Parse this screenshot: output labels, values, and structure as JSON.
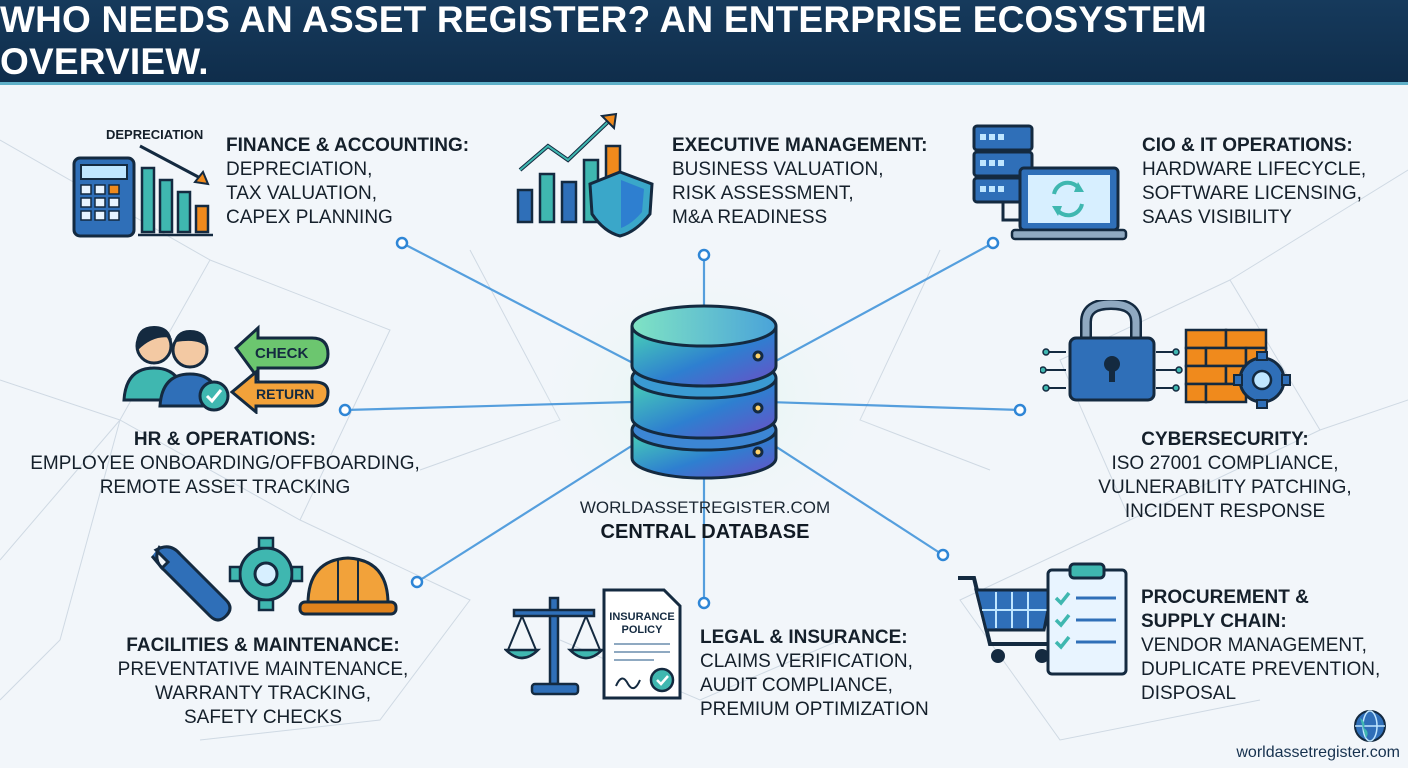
{
  "title": "WHO NEEDS AN ASSET REGISTER? AN ENTERPRISE ECOSYSTEM OVERVIEW.",
  "center": {
    "url": "WORLDASSETREGISTER.COM",
    "label": "CENTRAL DATABASE"
  },
  "stakeholders": {
    "finance": {
      "title": "FINANCE & ACCOUNTING:",
      "lines": [
        "DEPRECIATION,",
        "TAX VALUATION,",
        "CAPEX PLANNING"
      ],
      "icon_label": "DEPRECIATION"
    },
    "executive": {
      "title": "EXECUTIVE MANAGEMENT:",
      "lines": [
        "BUSINESS VALUATION,",
        "RISK ASSESSMENT,",
        "M&A READINESS"
      ]
    },
    "cio": {
      "title": "CIO & IT OPERATIONS:",
      "lines": [
        "HARDWARE LIFECYCLE,",
        "SOFTWARE LICENSING,",
        "SAAS VISIBILITY"
      ]
    },
    "hr": {
      "title": "HR & OPERATIONS:",
      "lines": [
        "EMPLOYEE ONBOARDING/OFFBOARDING,",
        "REMOTE ASSET TRACKING"
      ],
      "check_label": "CHECK",
      "return_label": "RETURN"
    },
    "cyber": {
      "title": "CYBERSECURITY:",
      "lines": [
        "ISO 27001 COMPLIANCE,",
        "VULNERABILITY PATCHING,",
        "INCIDENT RESPONSE"
      ]
    },
    "facilities": {
      "title": "FACILITIES & MAINTENANCE:",
      "lines": [
        "PREVENTATIVE MAINTENANCE,",
        "WARRANTY TRACKING,",
        "SAFETY CHECKS"
      ]
    },
    "legal": {
      "title": "LEGAL & INSURANCE:",
      "lines": [
        "CLAIMS VERIFICATION,",
        "AUDIT COMPLIANCE,",
        "PREMIUM OPTIMIZATION"
      ],
      "doc_label_1": "INSURANCE",
      "doc_label_2": "POLICY"
    },
    "procurement": {
      "title_1": "PROCUREMENT &",
      "title_2": "SUPPLY CHAIN:",
      "lines": [
        "VENDOR MANAGEMENT,",
        "DUPLICATE PREVENTION,",
        "DISPOSAL"
      ]
    }
  },
  "footer": {
    "url": "worldassetregister.com"
  },
  "colors": {
    "header_bg": "#14385a",
    "accent_teal": "#3fb7b0",
    "accent_blue": "#2c7fd6",
    "accent_orange": "#f08a1c",
    "line_blue": "#3a8fd8"
  }
}
